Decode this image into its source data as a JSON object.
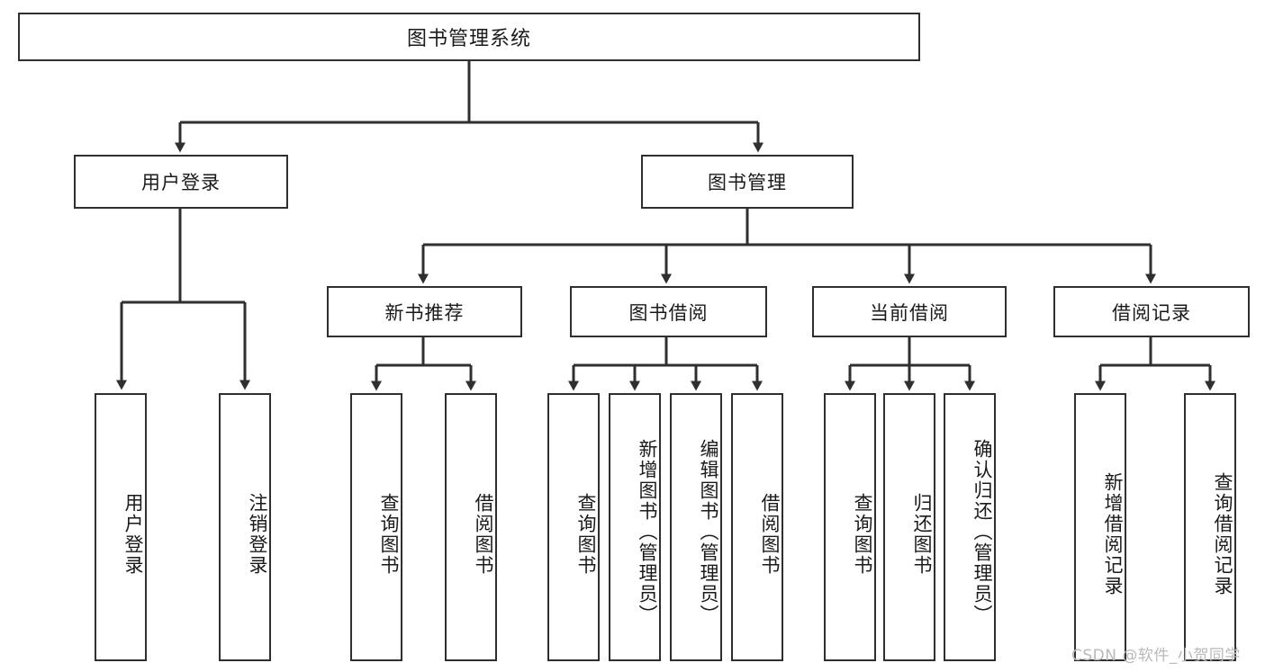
{
  "diagram": {
    "type": "tree-hierarchy-flowchart",
    "title": "图书管理系统",
    "watermark": "CSDN @软件_小贺同学",
    "colors": {
      "background": "#ffffff",
      "box_border": "#2f2f2f",
      "box_fill": "#ffffff",
      "text": "#1a1a1a",
      "connector": "#2f2f2f",
      "watermark": "#b9b9b9"
    },
    "nodes": {
      "root": {
        "label": "图书管理系统"
      },
      "level2": [
        {
          "id": "user-login",
          "label": "用户登录"
        },
        {
          "id": "book-manage",
          "label": "图书管理"
        }
      ],
      "level3": [
        {
          "id": "new-book-recommend",
          "label": "新书推荐"
        },
        {
          "id": "book-borrow",
          "label": "图书借阅"
        },
        {
          "id": "current-borrow",
          "label": "当前借阅"
        },
        {
          "id": "borrow-record",
          "label": "借阅记录"
        }
      ],
      "level4": [
        {
          "id": "leaf-user-login",
          "parent": "user-login",
          "label": "用户登录"
        },
        {
          "id": "leaf-logout",
          "parent": "user-login",
          "label": "注销登录"
        },
        {
          "id": "leaf-query-book-1",
          "parent": "new-book-recommend",
          "label": "查询图书"
        },
        {
          "id": "leaf-borrow-book-1",
          "parent": "new-book-recommend",
          "label": "借阅图书"
        },
        {
          "id": "leaf-query-book-2",
          "parent": "book-borrow",
          "label": "查询图书"
        },
        {
          "id": "leaf-add-book",
          "parent": "book-borrow",
          "label": "新增图书（管理员）"
        },
        {
          "id": "leaf-edit-book",
          "parent": "book-borrow",
          "label": "编辑图书（管理员）"
        },
        {
          "id": "leaf-borrow-book-2",
          "parent": "book-borrow",
          "label": "借阅图书"
        },
        {
          "id": "leaf-query-book-3",
          "parent": "current-borrow",
          "label": "查询图书"
        },
        {
          "id": "leaf-return-book",
          "parent": "current-borrow",
          "label": "归还图书"
        },
        {
          "id": "leaf-confirm-return",
          "parent": "current-borrow",
          "label": "确认归还（管理员）"
        },
        {
          "id": "leaf-add-record",
          "parent": "borrow-record",
          "label": "新增借阅记录"
        },
        {
          "id": "leaf-query-record",
          "parent": "borrow-record",
          "label": "查询借阅记录"
        }
      ]
    }
  }
}
